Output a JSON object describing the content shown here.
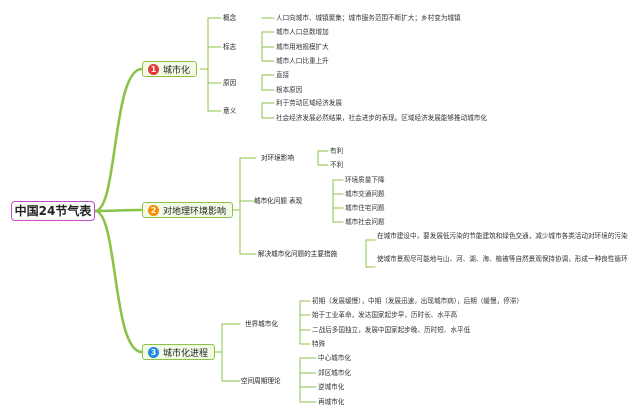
{
  "root": "中国24节气表",
  "colors": {
    "root_border": "#c24fc8",
    "branch_border": "#8bc34a",
    "line": "#8bc34a",
    "badge_1": "#e53935",
    "badge_2": "#fb8c00",
    "badge_3": "#1e88e5"
  },
  "branches": [
    {
      "number": "1",
      "label": "城市化",
      "topics": [
        {
          "label": "概念",
          "items": [
            "人口向城市、城镇聚集；城市服务范围不断扩大；乡村变为城镇"
          ]
        },
        {
          "label": "标志",
          "items": [
            "城市人口总数增加",
            "城市用地规模扩大",
            "城市人口比重上升"
          ]
        },
        {
          "label": "原因",
          "items": [
            "直接",
            "根本原因"
          ]
        },
        {
          "label": "意义",
          "items": [
            "利于劳动区域经济发展",
            "社会经济发展必然结果，社会进步的表现。区域经济发展能够推动城市化"
          ]
        }
      ]
    },
    {
      "number": "2",
      "label": "对地理环境影响",
      "topics": [
        {
          "label": "对环境影响",
          "items": [
            "有利",
            "不利"
          ]
        },
        {
          "label": "城市化问题 表现",
          "items": [
            "环境质量下降",
            "城市交通问题",
            "城市住宅问题",
            "城市社会问题"
          ]
        },
        {
          "label": "解决城市化问题的主要措施",
          "items": [
            "在城市建设中，要发展低污染的节能建筑和绿色交通，减少城市各类活动对环境的污染",
            "使城市景观尽可能地与山、河、湖、海、植被等自然景观保持协调，形成一种良性循环"
          ]
        }
      ]
    },
    {
      "number": "3",
      "label": "城市化进程",
      "topics": [
        {
          "label": "世界城市化",
          "items": [
            "初期（发展缓慢），中期（发展迅速，出现城市病），后期（缓慢，停滞）",
            "始于工业革命，发达国家起步早，历时长、水平高",
            "二战后多国独立，发展中国家起步晚、历时短、水平低",
            "特殊"
          ]
        },
        {
          "label": "空间周期理论",
          "items": [
            "中心城市化",
            "郊区城市化",
            "逆城市化",
            "再城市化"
          ]
        }
      ]
    }
  ]
}
